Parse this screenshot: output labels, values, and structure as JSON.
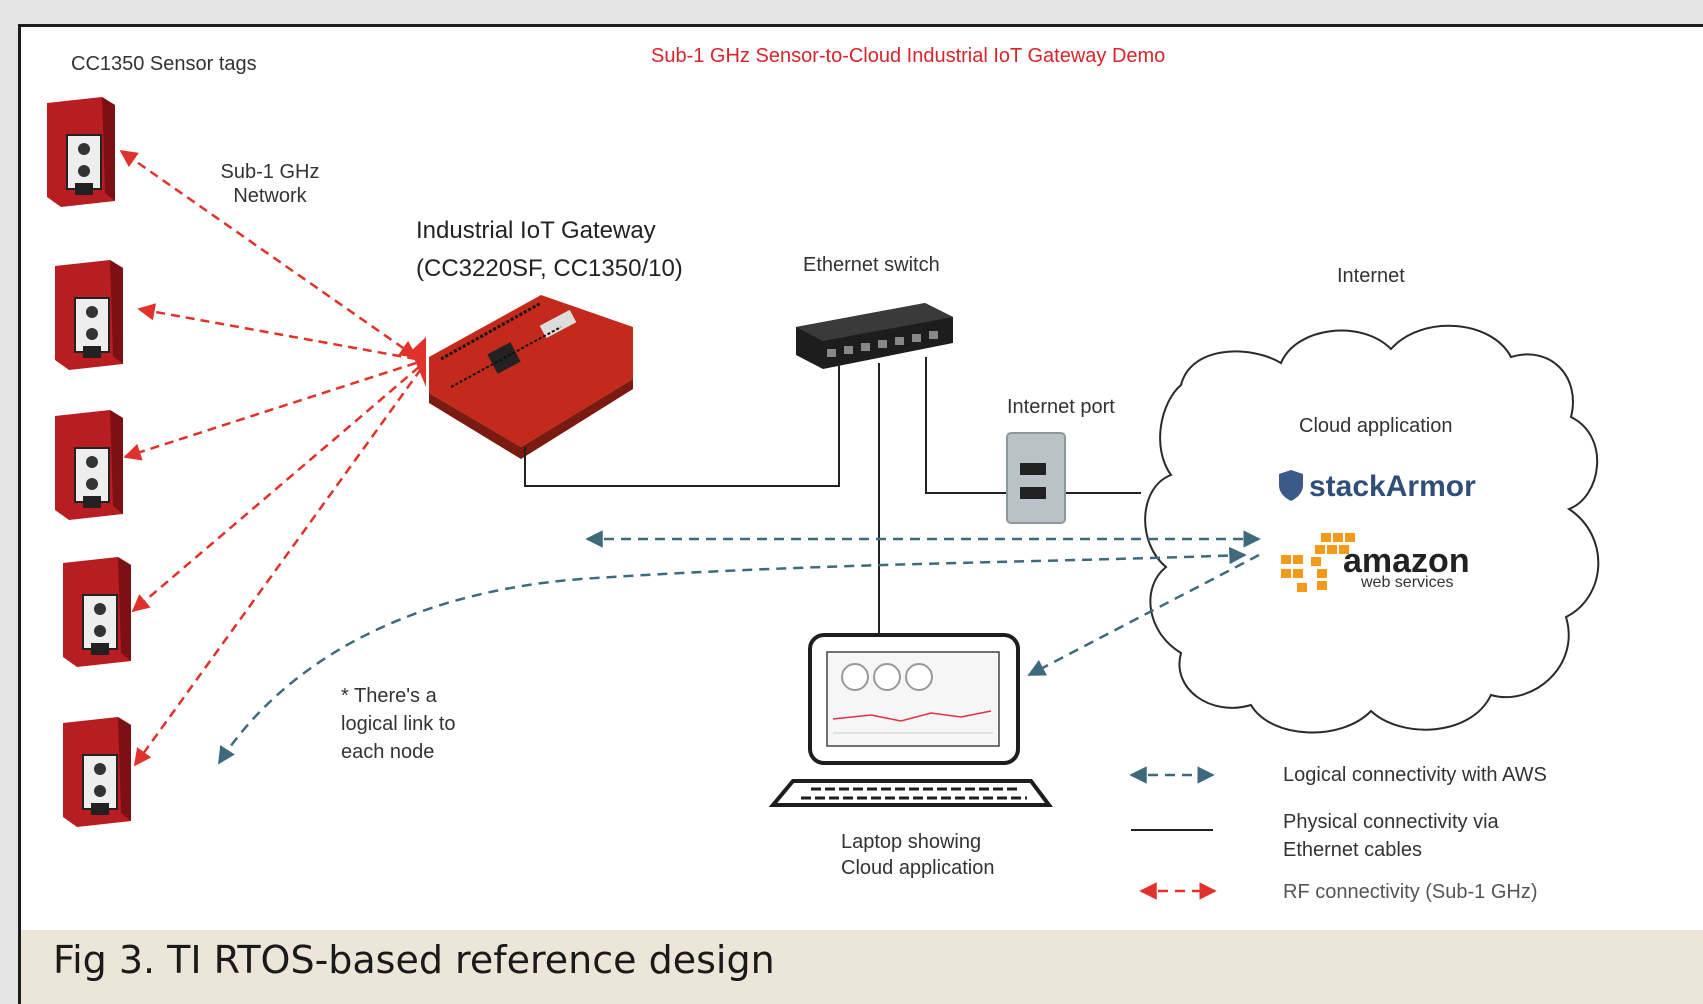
{
  "title": "Sub-1 GHz Sensor-to-Cloud Industrial IoT Gateway Demo",
  "labels": {
    "sensor_tags": "CC1350 Sensor tags",
    "sub1ghz_line1": "Sub-1 GHz",
    "sub1ghz_line2": "Network",
    "gateway_line1": "Industrial IoT Gateway",
    "gateway_line2": "(CC3220SF, CC1350/10)",
    "ethernet_switch": "Ethernet switch",
    "internet": "Internet",
    "internet_port": "Internet port",
    "cloud_application": "Cloud application",
    "stackarmor": "stackArmor",
    "amazon": "amazon",
    "web_services": "web services",
    "logical_note_1": "* There's a",
    "logical_note_2": "logical link to",
    "logical_note_3": "each node",
    "laptop_line1": "Laptop showing",
    "laptop_line2": "Cloud application"
  },
  "legend": {
    "logical": "Logical connectivity with AWS",
    "physical_line1": "Physical connectivity via",
    "physical_line2": "Ethernet cables",
    "rf": "RF connectivity (Sub-1 GHz)"
  },
  "caption": "Fig 3. TI RTOS-based reference design",
  "colors": {
    "rf_arrow": "#e0322b",
    "logical_arrow": "#3d6b7d",
    "title_red": "#d9252a",
    "caption_bg": "#ece6d9"
  }
}
